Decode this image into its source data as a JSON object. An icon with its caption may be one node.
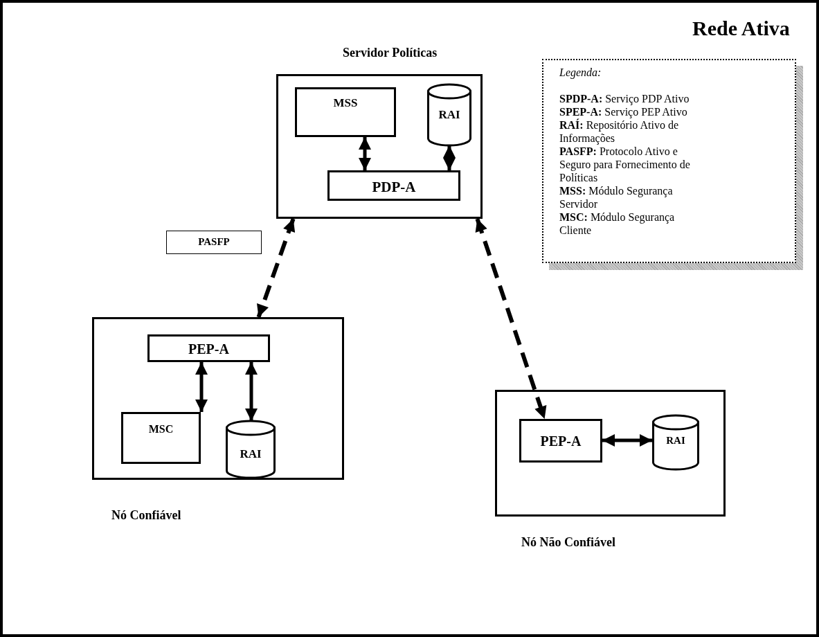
{
  "diagram": {
    "title": "Rede Ativa",
    "nodes": [
      {
        "text": [
          "Servidor Políticas"
        ]
      },
      {
        "text": [
          "MSS"
        ],
        "in": 0
      },
      {
        "text": [
          "RAI"
        ],
        "in": 0
      },
      {
        "text": [
          "PDP-A"
        ],
        "in": 0
      },
      {
        "text": [
          "PASFP"
        ]
      },
      {
        "text": [
          "Nó Confiável"
        ]
      },
      {
        "text": [
          "PEP-A"
        ],
        "in": 5
      },
      {
        "text": [
          "MSC"
        ],
        "in": 5
      },
      {
        "text": [
          "RAI"
        ],
        "in": 5
      },
      {
        "text": [
          "Nó Não Confiável"
        ]
      },
      {
        "text": [
          "PEP-A"
        ],
        "in": 9
      },
      {
        "text": [
          "RAI"
        ],
        "in": 9
      },
      {
        "text": [
          "Legenda:",
          "**SPDP-A:** Serviço PDP Ativo",
          "**SPEP-A:** Serviço PEP Ativo",
          "**RAÍ:** Repositório Ativo de Informações",
          "**PASFP:** Protocolo Ativo e Seguro para Fornecimento de Políticas",
          "**MSS:** Módulo Segurança Servidor",
          "**MSC:** Módulo Segurança Cliente"
        ]
      }
    ],
    "edges": [
      {
        "from": 1,
        "to": 3,
        "arrow": "both"
      },
      {
        "from": 2,
        "to": 3,
        "arrow": "both"
      },
      {
        "from": 0,
        "to": 5,
        "arrow": "both",
        "style": "dashed"
      },
      {
        "from": 0,
        "to": 10,
        "arrow": "both",
        "style": "dashed"
      },
      {
        "from": 6,
        "to": 7,
        "arrow": "both"
      },
      {
        "from": 6,
        "to": 8,
        "arrow": "both"
      },
      {
        "from": 10,
        "to": 11,
        "arrow": "both"
      }
    ]
  }
}
